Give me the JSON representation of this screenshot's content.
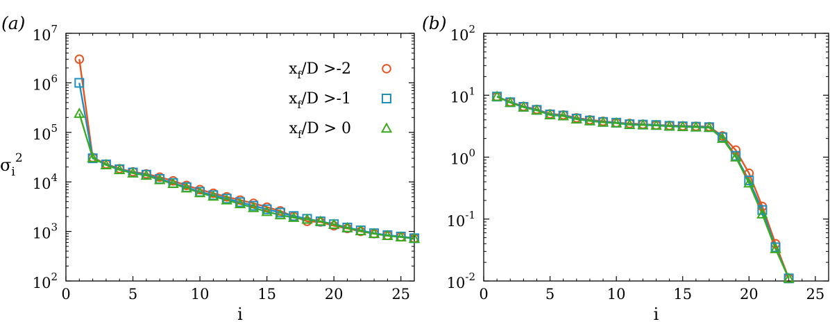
{
  "chart_data": [
    {
      "panel_label": "(a)",
      "type": "line",
      "xlabel": "i",
      "ylabel": "σ",
      "ylabel_sub": "i",
      "ylabel_sup": "2",
      "xlim": [
        0,
        26
      ],
      "ylim": [
        100,
        10000000
      ],
      "yscale": "log",
      "xticks": [
        "0",
        "5",
        "10",
        "15",
        "20",
        "25"
      ],
      "yticks": [
        {
          "base": "10",
          "exp": "2"
        },
        {
          "base": "10",
          "exp": "3"
        },
        {
          "base": "10",
          "exp": "4"
        },
        {
          "base": "10",
          "exp": "5"
        },
        {
          "base": "10",
          "exp": "6"
        },
        {
          "base": "10",
          "exp": "7"
        }
      ],
      "legend_position": "top-right",
      "x": [
        1,
        2,
        3,
        4,
        5,
        6,
        7,
        8,
        9,
        10,
        11,
        12,
        13,
        14,
        15,
        16,
        17,
        18,
        19,
        20,
        21,
        22,
        23,
        24,
        25,
        26
      ],
      "series": [
        {
          "name": "xf/D >-2",
          "legend_main": "x",
          "legend_sub": "f",
          "legend_rest": "/D >-2",
          "color": "#e8541f",
          "marker": "circle",
          "values": [
            3000000,
            31000,
            23000,
            18500,
            16000,
            14500,
            12500,
            10500,
            8500,
            7000,
            5900,
            5000,
            4300,
            3700,
            3100,
            2600,
            2000,
            1600,
            1550,
            1300,
            1150,
            1000,
            900,
            830,
            780,
            730
          ]
        },
        {
          "name": "xf/D >-1",
          "legend_main": "x",
          "legend_sub": "f",
          "legend_rest": "/D >-1",
          "color": "#1f8fbf",
          "marker": "square",
          "values": [
            1000000,
            30000,
            22500,
            18000,
            15500,
            14000,
            11500,
            9500,
            7800,
            6300,
            5400,
            4600,
            3900,
            3300,
            2800,
            2400,
            2050,
            1800,
            1600,
            1400,
            1200,
            1050,
            920,
            840,
            790,
            730
          ]
        },
        {
          "name": "xf/D > 0",
          "legend_main": "x",
          "legend_sub": "f",
          "legend_rest": "/D > 0",
          "color": "#3aaa1e",
          "marker": "triangle",
          "values": [
            240000,
            30500,
            22000,
            17500,
            15000,
            13500,
            11000,
            9200,
            7500,
            6000,
            5100,
            4300,
            3600,
            3000,
            2500,
            2150,
            1900,
            1750,
            1600,
            1380,
            1180,
            1020,
            900,
            820,
            770,
            720
          ]
        }
      ]
    },
    {
      "panel_label": "(b)",
      "type": "line",
      "xlabel": "i",
      "ylabel": "",
      "xlim": [
        0,
        26
      ],
      "ylim": [
        0.01,
        100
      ],
      "yscale": "log",
      "xticks": [
        "0",
        "5",
        "10",
        "15",
        "20",
        "25"
      ],
      "yticks": [
        {
          "base": "10",
          "exp": "-2"
        },
        {
          "base": "10",
          "exp": "-1"
        },
        {
          "base": "10",
          "exp": "0"
        },
        {
          "base": "10",
          "exp": "1"
        },
        {
          "base": "10",
          "exp": "2"
        }
      ],
      "x": [
        1,
        2,
        3,
        4,
        5,
        6,
        7,
        8,
        9,
        10,
        11,
        12,
        13,
        14,
        15,
        16,
        17,
        18,
        19,
        20,
        21,
        22,
        23
      ],
      "series": [
        {
          "color": "#e8541f",
          "marker": "circle",
          "values": [
            9.5,
            7.8,
            6.6,
            5.9,
            5.0,
            4.8,
            4.3,
            4.0,
            3.8,
            3.6,
            3.5,
            3.4,
            3.3,
            3.25,
            3.2,
            3.15,
            3.1,
            2.2,
            1.3,
            0.55,
            0.16,
            0.04,
            0.011
          ]
        },
        {
          "color": "#1f8fbf",
          "marker": "square",
          "values": [
            9.5,
            7.7,
            6.5,
            5.8,
            4.9,
            4.7,
            4.2,
            3.9,
            3.7,
            3.6,
            3.4,
            3.35,
            3.3,
            3.2,
            3.15,
            3.1,
            3.05,
            2.1,
            1.05,
            0.42,
            0.14,
            0.035,
            0.011
          ]
        },
        {
          "color": "#3aaa1e",
          "marker": "triangle",
          "values": [
            9.5,
            7.6,
            6.4,
            5.7,
            4.8,
            4.6,
            4.1,
            3.85,
            3.65,
            3.55,
            3.35,
            3.3,
            3.25,
            3.15,
            3.1,
            3.05,
            3.0,
            2.0,
            1.0,
            0.38,
            0.12,
            0.033,
            0.011
          ]
        }
      ]
    }
  ]
}
